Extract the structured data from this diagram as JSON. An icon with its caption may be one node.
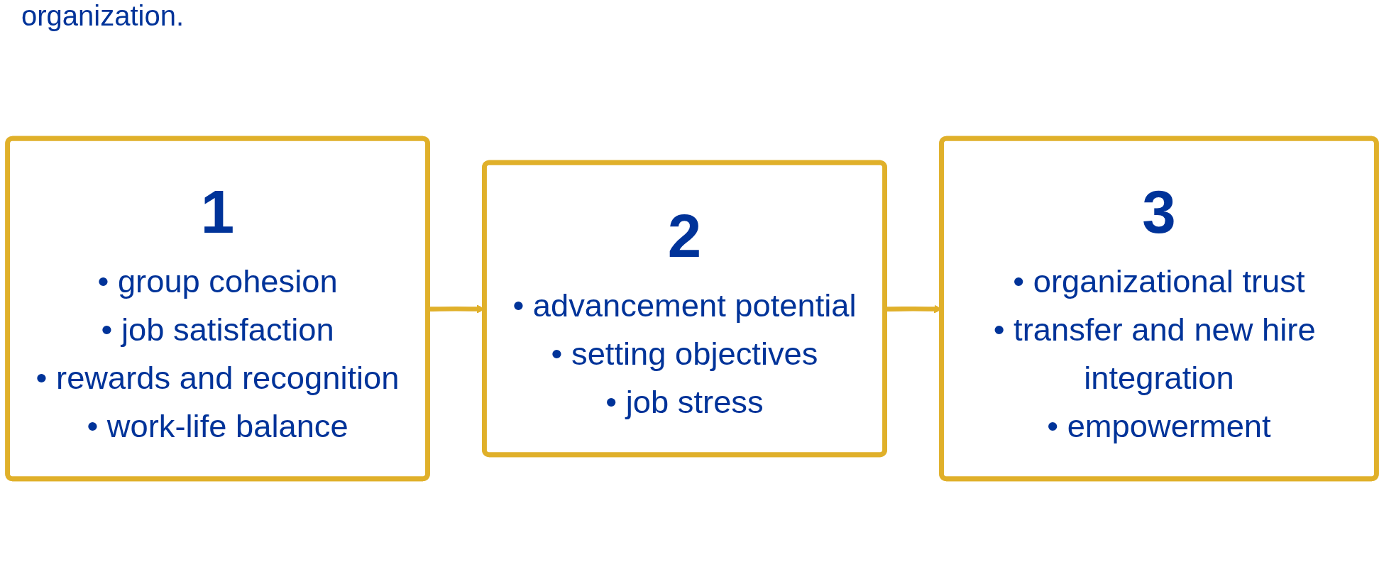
{
  "diagram": {
    "nodes": [
      {
        "text": [
          "1",
          "• group cohesion",
          "• job satisfaction",
          "• rewards and recognition",
          "• work-life balance"
        ]
      },
      {
        "text": [
          "2",
          "• advancement potential",
          "• setting objectives",
          "• job stress"
        ]
      },
      {
        "text": [
          "3",
          "• organizational trust",
          "• transfer and new hire integration",
          "• empowerment"
        ]
      }
    ],
    "edges": [
      {
        "from": 0,
        "to": 1,
        "arrow": "to"
      },
      {
        "from": 1,
        "to": 2,
        "arrow": "to"
      }
    ],
    "labels": [
      "organization."
    ]
  }
}
